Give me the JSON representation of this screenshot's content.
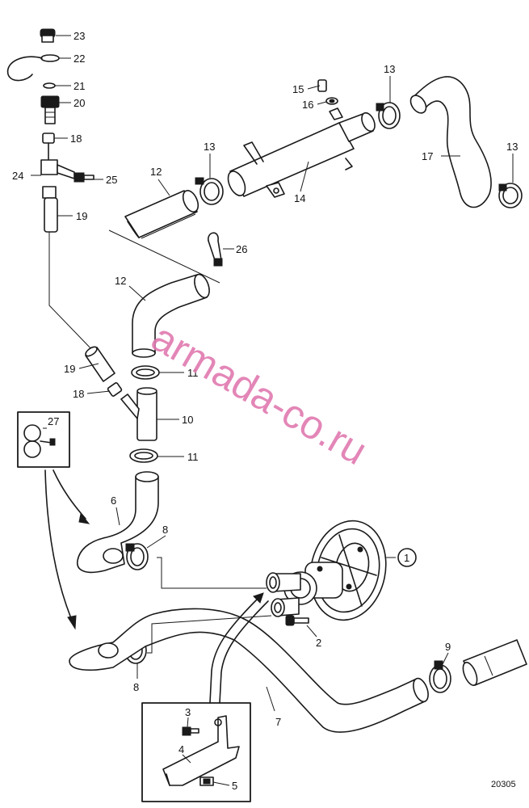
{
  "callouts": [
    "1",
    "2",
    "3",
    "4",
    "5",
    "6",
    "7",
    "8",
    "8",
    "9",
    "10",
    "11",
    "11",
    "12",
    "12",
    "13",
    "13",
    "13",
    "14",
    "15",
    "16",
    "17",
    "18",
    "18",
    "19",
    "19",
    "20",
    "21",
    "22",
    "23",
    "24",
    "25",
    "26",
    "27"
  ],
  "figure_number": "20305",
  "watermark": "armada-co.ru",
  "colors": {
    "line": "#1a1a1a",
    "watermark": "#e07ab0",
    "background": "#ffffff"
  }
}
